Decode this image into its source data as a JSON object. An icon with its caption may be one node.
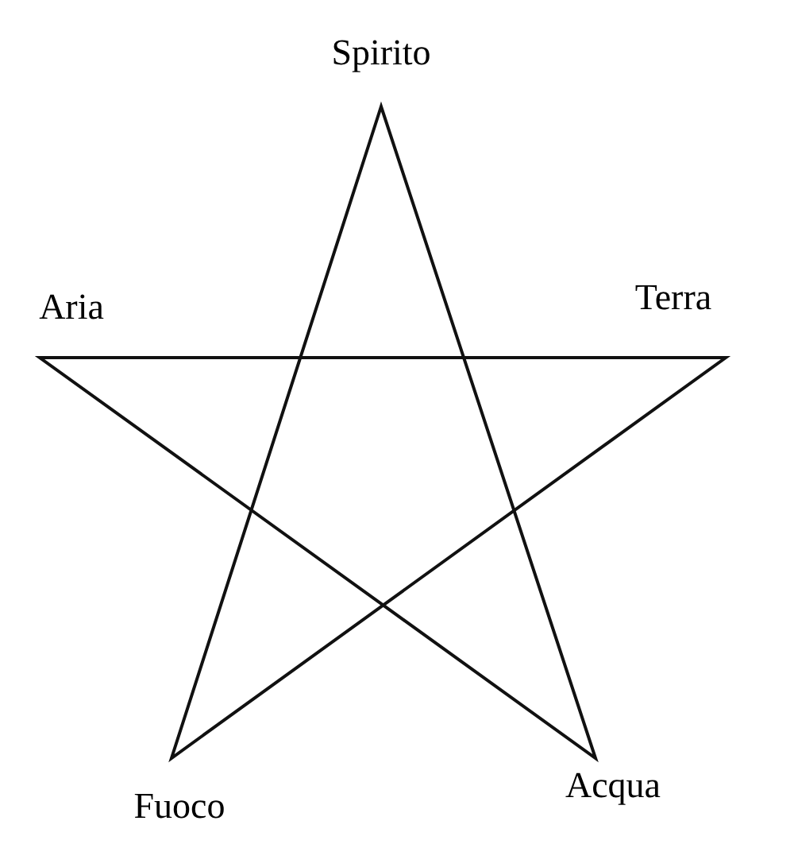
{
  "diagram": {
    "labels": [
      "Spirito",
      "Aria",
      "Terra",
      "Fuoco",
      "Acqua"
    ]
  }
}
